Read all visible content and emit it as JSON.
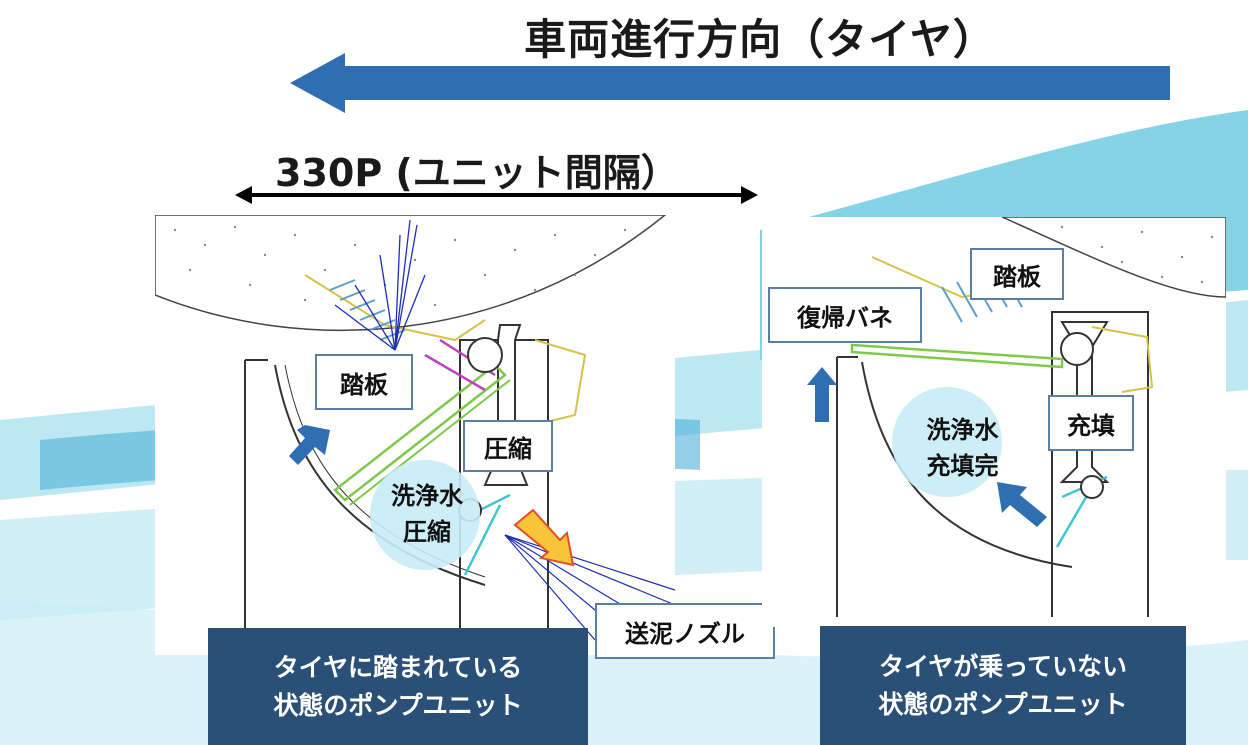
{
  "title": "車両進行方向（タイヤ）",
  "dimension_label": "330P (ユニット間隔）",
  "left_unit": {
    "label_pedal": "踏板",
    "label_compress": "圧縮",
    "label_water_line1": "洗浄水",
    "label_water_line2": "圧縮",
    "label_nozzle": "送泥ノズル",
    "caption_line1": "タイヤに踏まれている",
    "caption_line2": "状態のポンプユニット"
  },
  "right_unit": {
    "label_spring": "復帰バネ",
    "label_pedal": "踏板",
    "label_fill": "充填",
    "label_water_line1": "洗浄水",
    "label_water_line2": "充填完",
    "caption_line1": "タイヤが乗っていない",
    "caption_line2": "状態のポンプユニット"
  },
  "colors": {
    "arrow_blue": "#2f6eb0",
    "caption_bg": "#2b5077",
    "box_border": "#5b7fa3",
    "water_circle": "#c8ecf5",
    "spray_blue": "#1f2fb5",
    "yellow_arrow": "#f7c43a",
    "drawing_green": "#7ec94a",
    "drawing_cyan": "#3fc6d6"
  }
}
